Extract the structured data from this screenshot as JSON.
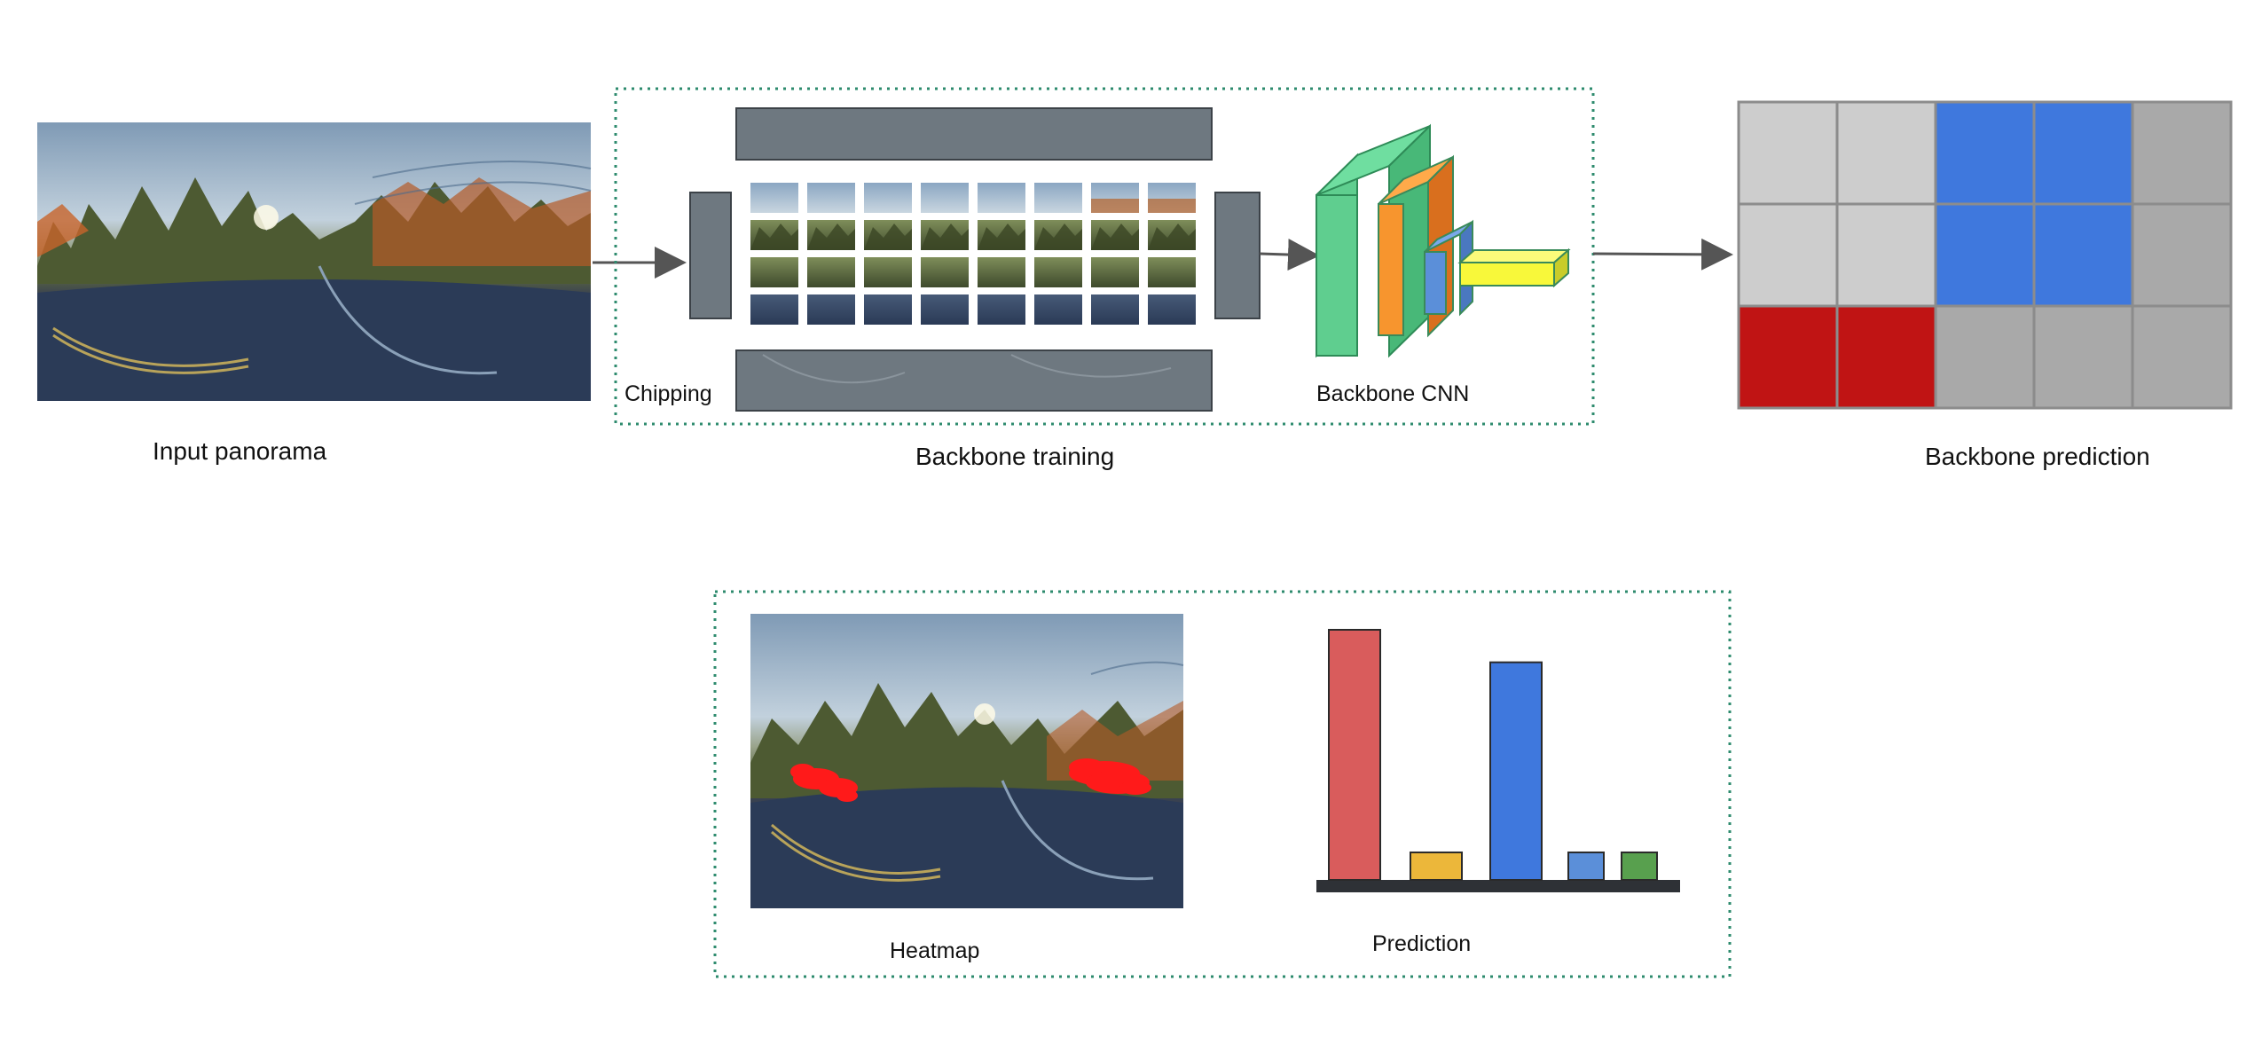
{
  "labels": {
    "input_panorama": "Input panorama",
    "chipping": "Chipping",
    "backbone_cnn": "Backbone CNN",
    "backbone_training": "Backbone training",
    "backbone_prediction": "Backbone prediction",
    "heatmap": "Heatmap",
    "prediction": "Prediction"
  },
  "colors": {
    "arrow": "#555555",
    "dotted_frame": "#2e8b6e",
    "grid_light_gray": "#cdcdcd",
    "grid_mid_gray": "#a9a9a9",
    "grid_blue": "#3f78dd",
    "grid_red": "#c01414",
    "cnn_green": "#5fce8f",
    "cnn_orange": "#f7952e",
    "cnn_blue": "#5b8fd9",
    "cnn_yellow": "#f8f83a",
    "heat_red": "#ff1a1a"
  },
  "prediction_grid": {
    "rows": 3,
    "cols": 5,
    "cells": [
      [
        "light",
        "light",
        "blue",
        "blue",
        "mid"
      ],
      [
        "light",
        "light",
        "blue",
        "blue",
        "mid"
      ],
      [
        "red",
        "red",
        "mid",
        "mid",
        "mid"
      ]
    ]
  },
  "chart_data": {
    "type": "bar",
    "title": "",
    "categories": [
      "",
      "",
      "",
      "",
      ""
    ],
    "values": [
      1.0,
      0.11,
      0.87,
      0.11,
      0.11
    ],
    "bar_colors": [
      "#d95c5c",
      "#ecb73a",
      "#3f78dd",
      "#5b8fd9",
      "#58a04e"
    ],
    "ylim": [
      0,
      1
    ],
    "grid": false,
    "legend": "none",
    "xlabel": "",
    "ylabel": ""
  }
}
